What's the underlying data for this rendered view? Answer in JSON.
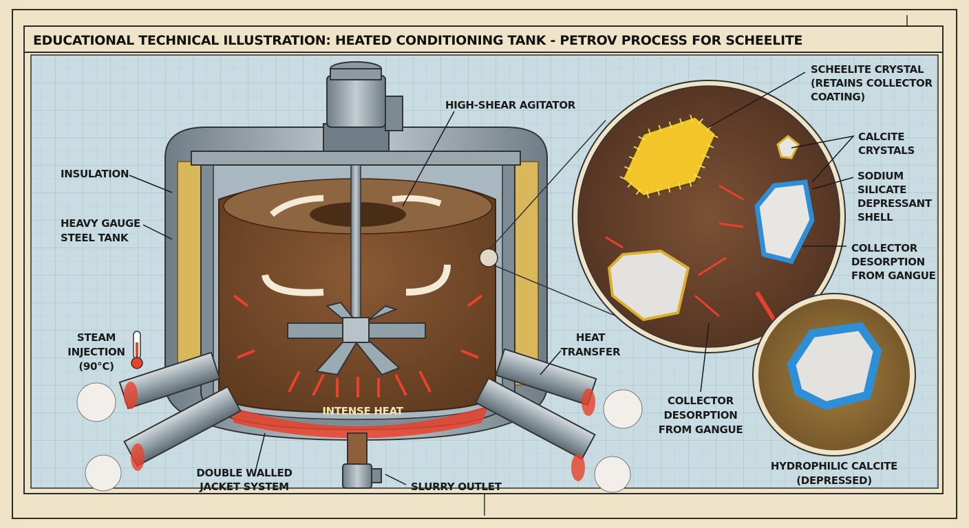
{
  "title": "EDUCATIONAL TECHNICAL ILLUSTRATION: HEATED CONDITIONING TANK - PETROV PROCESS FOR SCHEELITE",
  "colors": {
    "paper": "#efe3c8",
    "blueprint": "#c8dce2",
    "slurry": "#7a4e2c",
    "steel": "#8d9aa3",
    "insulation": "#d9b85c",
    "heat": "#e8412c",
    "scheelite": "#f2c628",
    "depressant": "#2f8fd6"
  },
  "tank_labels": {
    "agitator": "HIGH-SHEAR AGITATOR",
    "insulation": "INSULATION",
    "steel_tank": [
      "HEAVY GAUGE",
      "STEEL TANK"
    ],
    "steam": [
      "STEAM",
      "INJECTION",
      "(90°C)"
    ],
    "heat_transfer": [
      "HEAT",
      "TRANSFER"
    ],
    "intense_heat": "INTENSE HEAT",
    "jacket": [
      "DOUBLE WALLED",
      "JACKET SYSTEM"
    ],
    "outlet": "SLURRY OUTLET"
  },
  "detail_labels": {
    "scheelite": [
      "SCHEELITE CRYSTAL",
      "(RETAINS COLLECTOR",
      "COATING)"
    ],
    "calcite": [
      "CALCITE",
      "CRYSTALS"
    ],
    "depressant": [
      "SODIUM",
      "SILICATE",
      "DEPRESSANT",
      "SHELL"
    ],
    "desorption_right": [
      "COLLECTOR",
      "DESORPTION",
      "FROM GANGUE"
    ],
    "desorption_bottom": [
      "COLLECTOR",
      "DESORPTION",
      "FROM GANGUE"
    ],
    "hydrophilic": [
      "HYDROPHILIC CALCITE",
      "(DEPRESSED)"
    ]
  }
}
